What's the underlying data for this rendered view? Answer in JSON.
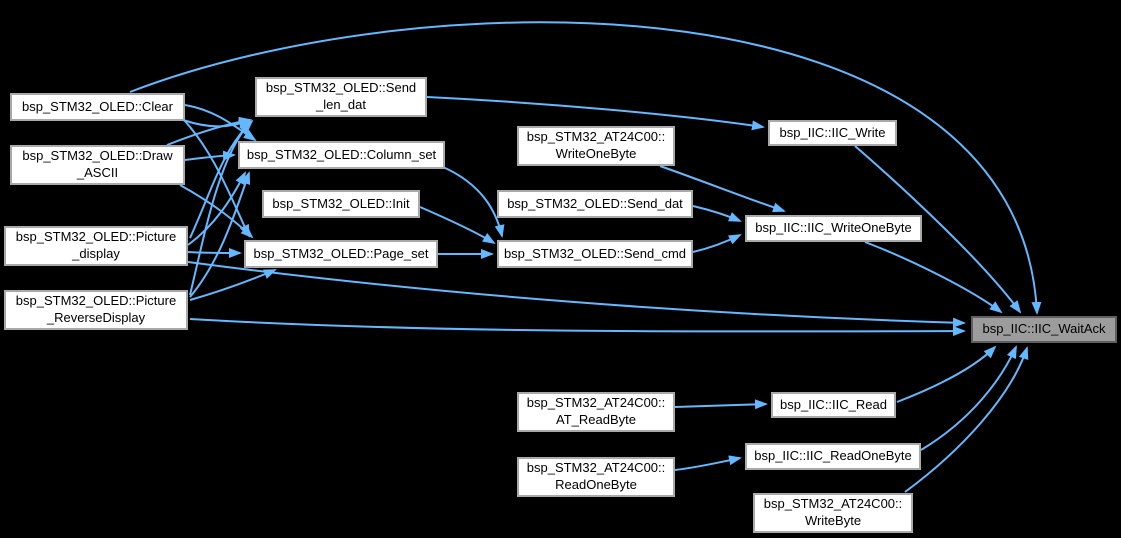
{
  "diagram": {
    "type": "call-graph",
    "highlighted_node": "bsp_IIC::IIC_WaitAck",
    "colors": {
      "background": "#000000",
      "edge": "#63b8ff",
      "node_fill": "#ffffff",
      "node_border": "#a9a9a9",
      "highlight_fill": "#9c9c9c",
      "highlight_border": "#5f5f5f",
      "text": "#000000"
    },
    "nodes": [
      {
        "id": "clear",
        "label": "bsp_STM32_OLED::Clear",
        "lines": "bsp_STM32_OLED::Clear",
        "highlighted": false
      },
      {
        "id": "draw_ascii",
        "label": "bsp_STM32_OLED::Draw_ASCII",
        "lines": "bsp_STM32_OLED::Draw\n_ASCII",
        "highlighted": false
      },
      {
        "id": "pic_disp",
        "label": "bsp_STM32_OLED::Picture_display",
        "lines": "bsp_STM32_OLED::Picture\n_display",
        "highlighted": false
      },
      {
        "id": "pic_rev",
        "label": "bsp_STM32_OLED::Picture_ReverseDisplay",
        "lines": "bsp_STM32_OLED::Picture\n_ReverseDisplay",
        "highlighted": false
      },
      {
        "id": "send_len_dat",
        "label": "bsp_STM32_OLED::Send_len_dat",
        "lines": "bsp_STM32_OLED::Send\n_len_dat",
        "highlighted": false
      },
      {
        "id": "column_set",
        "label": "bsp_STM32_OLED::Column_set",
        "lines": "bsp_STM32_OLED::Column_set",
        "highlighted": false
      },
      {
        "id": "init",
        "label": "bsp_STM32_OLED::Init",
        "lines": "bsp_STM32_OLED::Init",
        "highlighted": false
      },
      {
        "id": "page_set",
        "label": "bsp_STM32_OLED::Page_set",
        "lines": "bsp_STM32_OLED::Page_set",
        "highlighted": false
      },
      {
        "id": "at_writeonebyte",
        "label": "bsp_STM32_AT24C00::WriteOneByte",
        "lines": "bsp_STM32_AT24C00::\nWriteOneByte",
        "highlighted": false
      },
      {
        "id": "send_dat",
        "label": "bsp_STM32_OLED::Send_dat",
        "lines": "bsp_STM32_OLED::Send_dat",
        "highlighted": false
      },
      {
        "id": "send_cmd",
        "label": "bsp_STM32_OLED::Send_cmd",
        "lines": "bsp_STM32_OLED::Send_cmd",
        "highlighted": false
      },
      {
        "id": "iic_write",
        "label": "bsp_IIC::IIC_Write",
        "lines": "bsp_IIC::IIC_Write",
        "highlighted": false
      },
      {
        "id": "iic_writeonebyte",
        "label": "bsp_IIC::IIC_WriteOneByte",
        "lines": "bsp_IIC::IIC_WriteOneByte",
        "highlighted": false
      },
      {
        "id": "waitack",
        "label": "bsp_IIC::IIC_WaitAck",
        "lines": "bsp_IIC::IIC_WaitAck",
        "highlighted": true
      },
      {
        "id": "at_readbyte",
        "label": "bsp_STM32_AT24C00::AT_ReadByte",
        "lines": "bsp_STM32_AT24C00::\nAT_ReadByte",
        "highlighted": false
      },
      {
        "id": "iic_read",
        "label": "bsp_IIC::IIC_Read",
        "lines": "bsp_IIC::IIC_Read",
        "highlighted": false
      },
      {
        "id": "readonebyte",
        "label": "bsp_STM32_AT24C00::ReadOneByte",
        "lines": "bsp_STM32_AT24C00::\nReadOneByte",
        "highlighted": false
      },
      {
        "id": "iic_readonebyte",
        "label": "bsp_IIC::IIC_ReadOneByte",
        "lines": "bsp_IIC::IIC_ReadOneByte",
        "highlighted": false
      },
      {
        "id": "writebyte",
        "label": "bsp_STM32_AT24C00::WriteByte",
        "lines": "bsp_STM32_AT24C00::\nWriteByte",
        "highlighted": false
      }
    ],
    "edges": [
      {
        "from": "clear",
        "to": "send_len_dat"
      },
      {
        "from": "clear",
        "to": "column_set"
      },
      {
        "from": "clear",
        "to": "page_set"
      },
      {
        "from": "clear",
        "to": "waitack"
      },
      {
        "from": "draw_ascii",
        "to": "send_len_dat"
      },
      {
        "from": "draw_ascii",
        "to": "column_set"
      },
      {
        "from": "draw_ascii",
        "to": "page_set"
      },
      {
        "from": "pic_disp",
        "to": "send_len_dat"
      },
      {
        "from": "pic_disp",
        "to": "column_set"
      },
      {
        "from": "pic_disp",
        "to": "page_set"
      },
      {
        "from": "pic_disp",
        "to": "waitack"
      },
      {
        "from": "pic_rev",
        "to": "send_len_dat"
      },
      {
        "from": "pic_rev",
        "to": "column_set"
      },
      {
        "from": "pic_rev",
        "to": "page_set"
      },
      {
        "from": "pic_rev",
        "to": "waitack"
      },
      {
        "from": "send_len_dat",
        "to": "iic_write"
      },
      {
        "from": "column_set",
        "to": "send_cmd"
      },
      {
        "from": "init",
        "to": "send_cmd"
      },
      {
        "from": "page_set",
        "to": "send_cmd"
      },
      {
        "from": "send_dat",
        "to": "iic_writeonebyte"
      },
      {
        "from": "send_cmd",
        "to": "iic_writeonebyte"
      },
      {
        "from": "at_writeonebyte",
        "to": "iic_writeonebyte"
      },
      {
        "from": "iic_write",
        "to": "waitack"
      },
      {
        "from": "iic_writeonebyte",
        "to": "waitack"
      },
      {
        "from": "at_readbyte",
        "to": "iic_read"
      },
      {
        "from": "iic_read",
        "to": "waitack"
      },
      {
        "from": "readonebyte",
        "to": "iic_readonebyte"
      },
      {
        "from": "iic_readonebyte",
        "to": "waitack"
      },
      {
        "from": "writebyte",
        "to": "waitack"
      }
    ]
  }
}
